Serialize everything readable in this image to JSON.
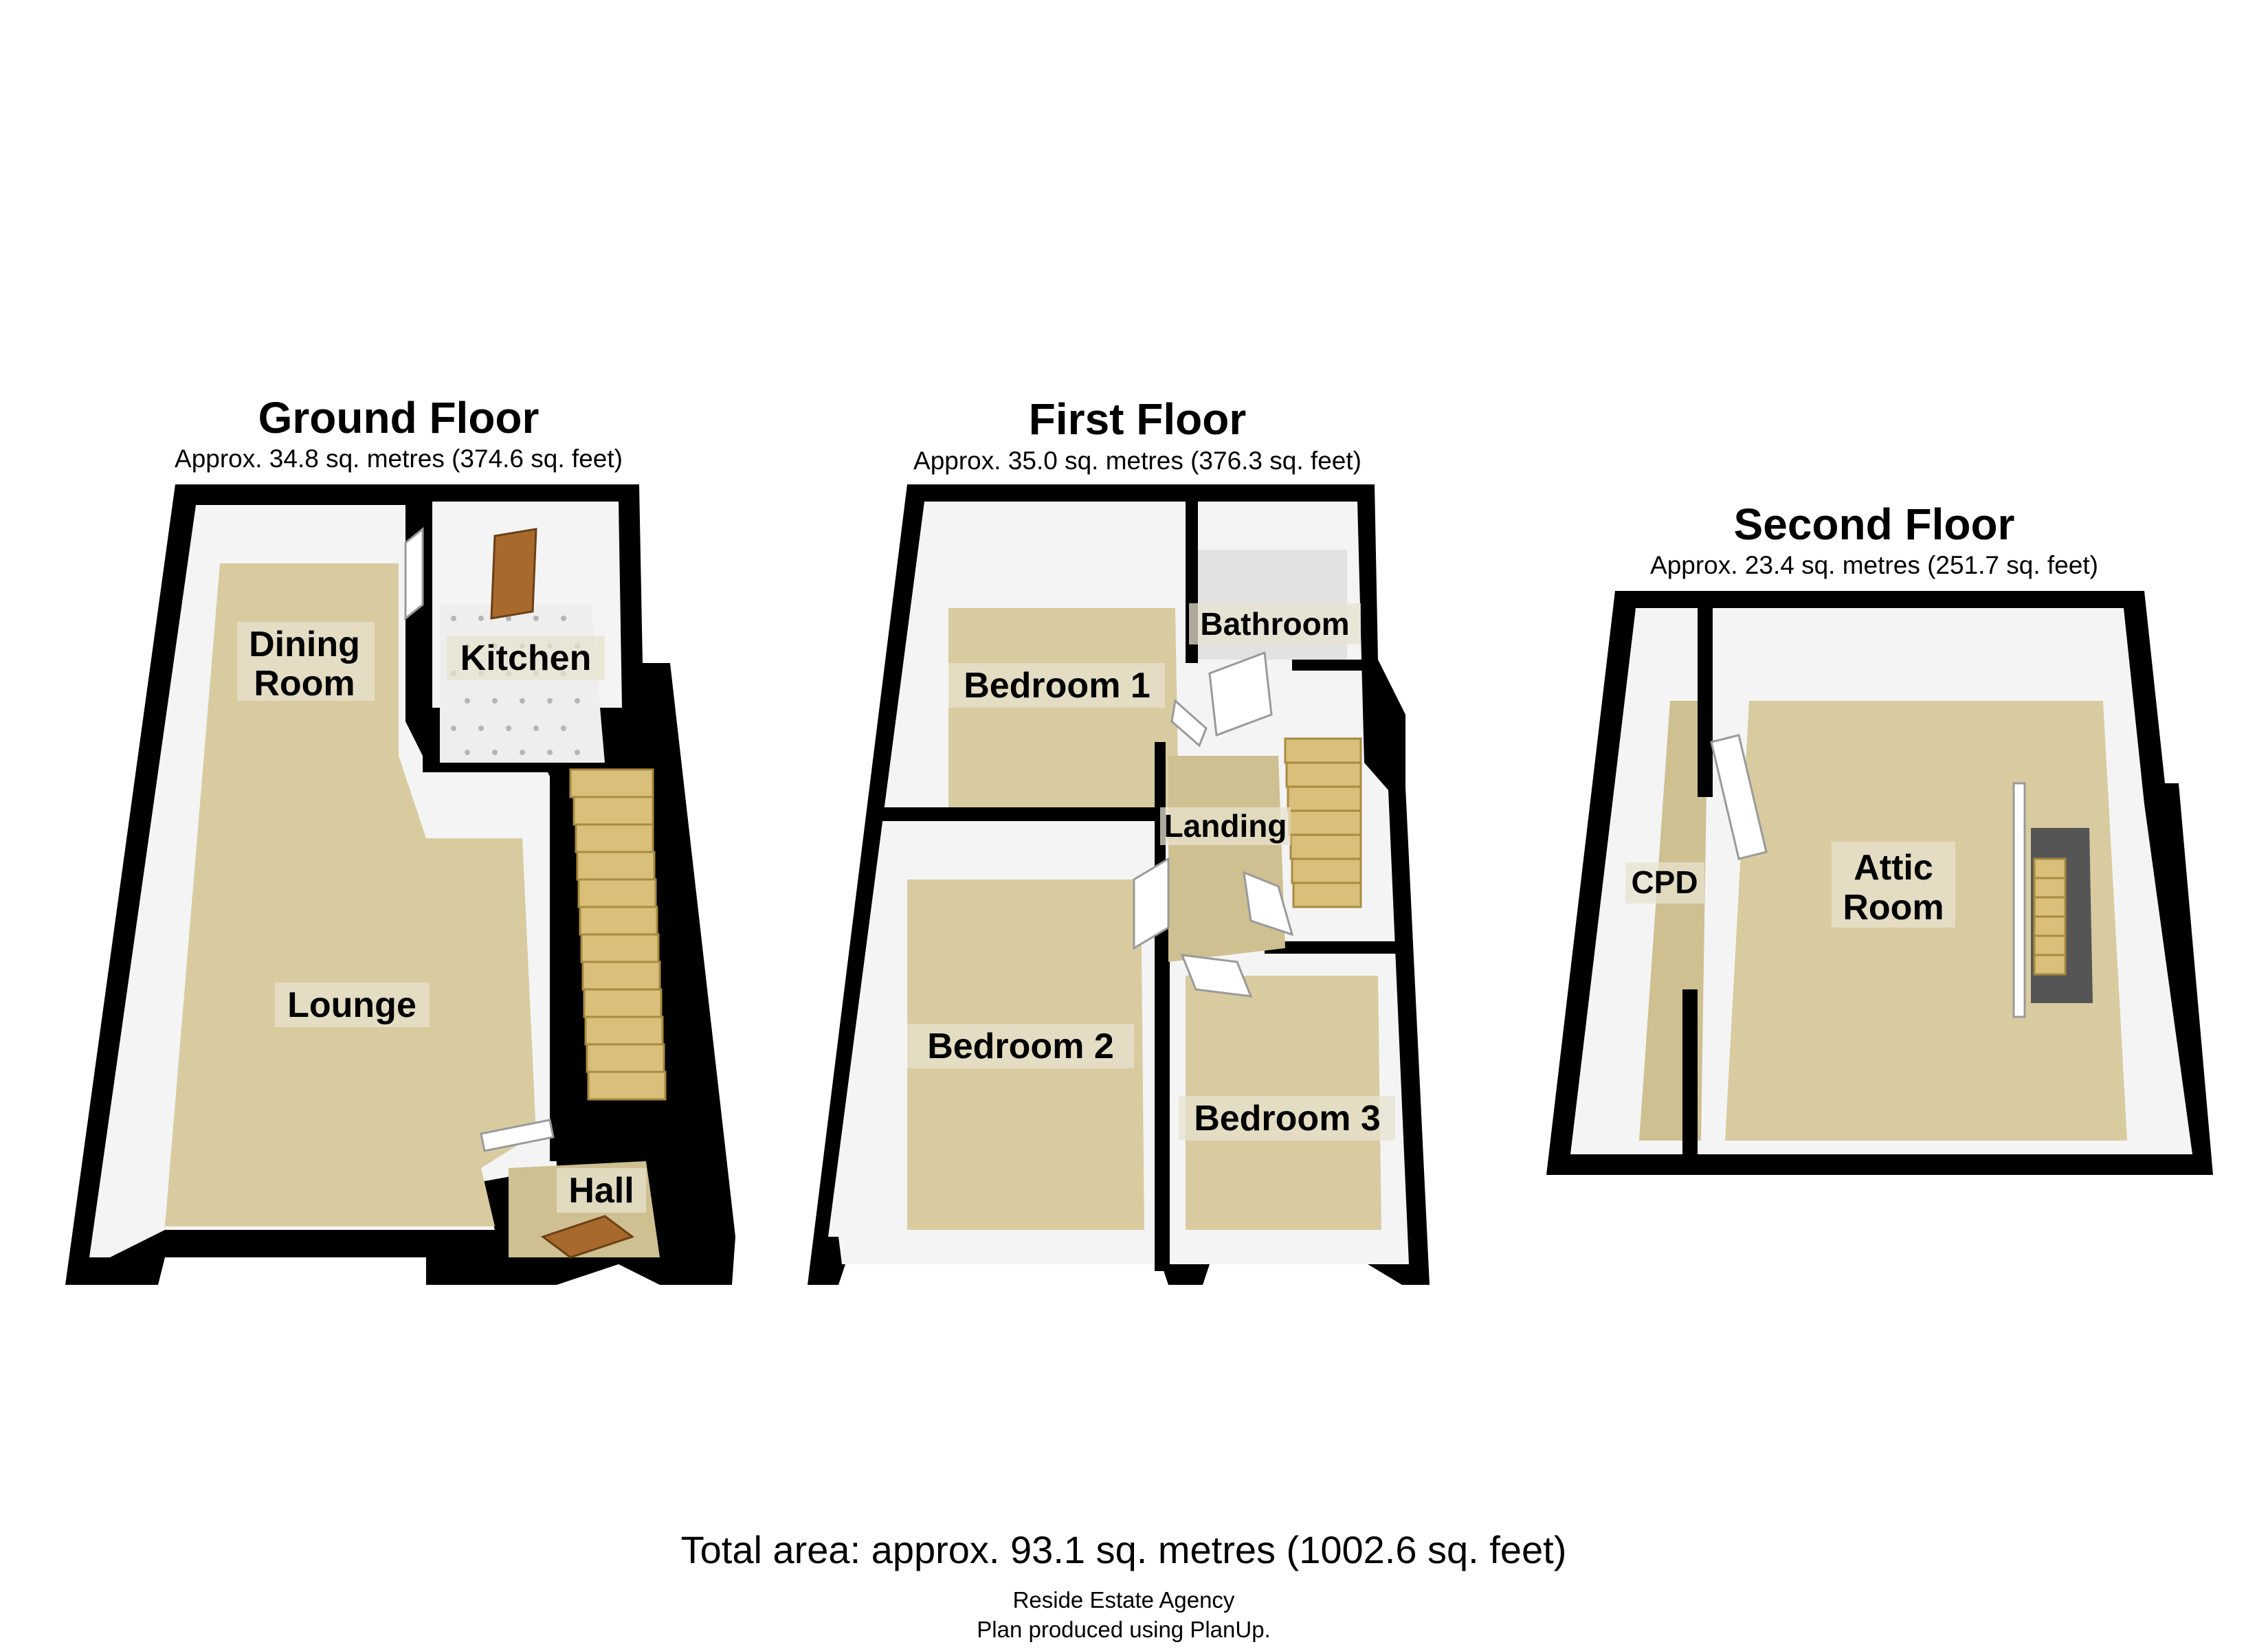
{
  "floors": [
    {
      "title": "Ground Floor",
      "area": "Approx. 34.8 sq. metres (374.6 sq. feet)",
      "rooms": [
        "Dining Room",
        "Kitchen",
        "Lounge",
        "Hall"
      ]
    },
    {
      "title": "First Floor",
      "area": "Approx. 35.0 sq. metres (376.3 sq. feet)",
      "rooms": [
        "Bedroom 1",
        "Bathroom",
        "Landing",
        "Bedroom 2",
        "Bedroom 3"
      ]
    },
    {
      "title": "Second Floor",
      "area": "Approx. 23.4 sq. metres (251.7 sq. feet)",
      "rooms": [
        "CPD",
        "Attic Room"
      ]
    }
  ],
  "ground": {
    "dining_line1": "Dining",
    "dining_line2": "Room",
    "kitchen": "Kitchen",
    "lounge": "Lounge",
    "hall": "Hall"
  },
  "first": {
    "bedroom1": "Bedroom 1",
    "bathroom": "Bathroom",
    "landing": "Landing",
    "bedroom2": "Bedroom 2",
    "bedroom3": "Bedroom 3"
  },
  "second": {
    "cpd": "CPD",
    "attic_line1": "Attic",
    "attic_line2": "Room"
  },
  "footer": {
    "total_area": "Total area: approx. 93.1 sq. metres (1002.6 sq. feet)",
    "agency": "Reside Estate Agency",
    "produced": "Plan produced using PlanUp."
  }
}
